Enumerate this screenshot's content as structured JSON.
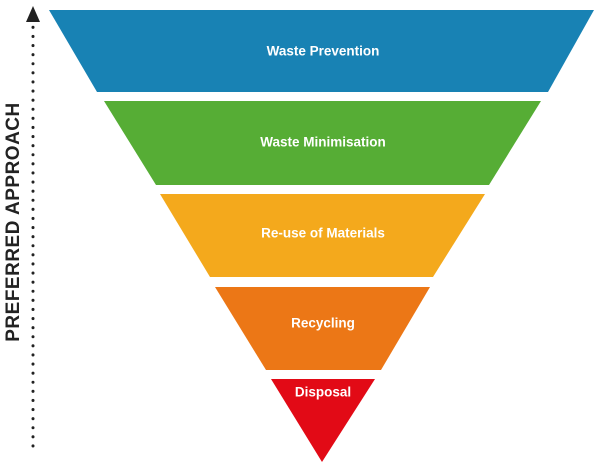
{
  "axis": {
    "label": "PREFERRED APPROACH",
    "color": "#222222"
  },
  "tiers": [
    {
      "label": "Waste Prevention",
      "color": "#1882b4"
    },
    {
      "label": "Waste Minimisation",
      "color": "#56ad35"
    },
    {
      "label": "Re-use of Materials",
      "color": "#f4a91c"
    },
    {
      "label": "Recycling",
      "color": "#ec7716"
    },
    {
      "label": "Disposal",
      "color": "#e20a16"
    }
  ]
}
